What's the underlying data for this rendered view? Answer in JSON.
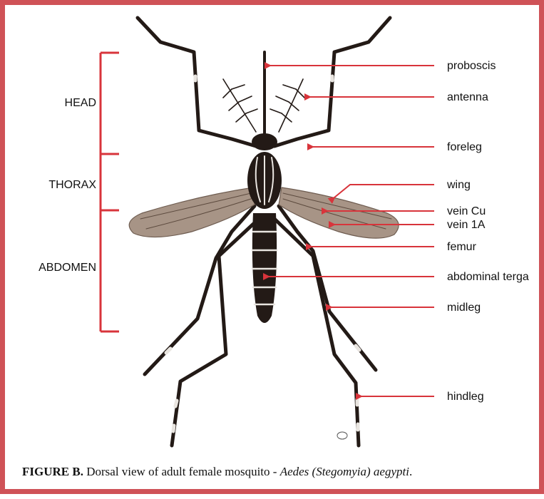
{
  "regions": {
    "head": "HEAD",
    "thorax": "THORAX",
    "abdomen": "ABDOMEN"
  },
  "labels": {
    "proboscis": "proboscis",
    "antenna": "antenna",
    "foreleg": "foreleg",
    "wing": "wing",
    "vein_cu": "vein Cu",
    "vein_1a": "vein 1A",
    "femur": "femur",
    "abdominal_terga": "abdominal terga",
    "midleg": "midleg",
    "hindleg": "hindleg"
  },
  "caption": {
    "figure_label": "FIGURE B.",
    "text": " Dorsal view of adult female mosquito - ",
    "species": "Aedes (Stegomyia) aegypti",
    "end": "."
  },
  "colors": {
    "border": "#cf5257",
    "bracket": "#d8343b",
    "arrow": "#d8343b",
    "body": "#231a16",
    "wing": "#a79486"
  }
}
